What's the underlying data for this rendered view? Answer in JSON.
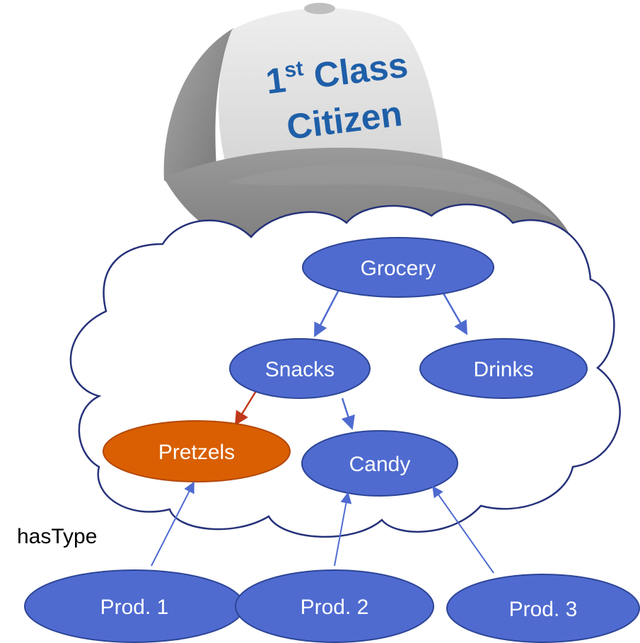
{
  "cap": {
    "line1_main": "1",
    "line1_sup": "st",
    "line1_rest": " Class",
    "line2": "Citizen"
  },
  "edge_label": "hasType",
  "nodes": {
    "grocery": "Grocery",
    "snacks": "Snacks",
    "drinks": "Drinks",
    "pretzels": "Pretzels",
    "candy": "Candy",
    "prod1": "Prod. 1",
    "prod2": "Prod. 2",
    "prod3": "Prod. 3"
  },
  "colors": {
    "node_fill": "#4f6bd0",
    "node_stroke": "#2d4596",
    "highlight_fill": "#d95f02",
    "highlight_stroke": "#b5480a",
    "cloud_stroke": "#26327a",
    "edge": "#4f6bd0",
    "highlight_edge": "#c0391b",
    "cap_text": "#1f5fa8"
  }
}
